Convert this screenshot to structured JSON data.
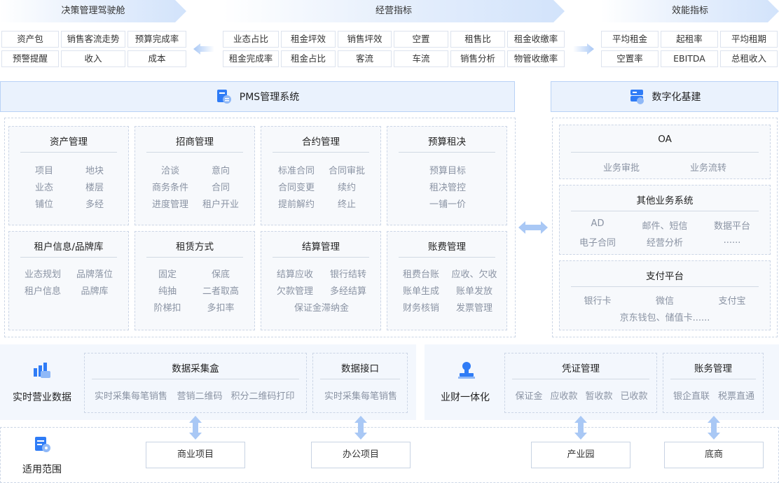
{
  "ribbons": {
    "decision": "决策管理驾驶舱",
    "operating": "经营指标",
    "efficiency": "效能指标"
  },
  "decision_tags": [
    "资产包",
    "销售客流走势",
    "预算完成率",
    "预警提醒",
    "收入",
    "成本"
  ],
  "operating_tags": [
    "业态占比",
    "租金坪效",
    "销售坪效",
    "空置",
    "租售比",
    "租金收缴率",
    "租金完成率",
    "租金占比",
    "客流",
    "车流",
    "销售分析",
    "物管收缴率"
  ],
  "efficiency_tags": [
    "平均租金",
    "起租率",
    "平均租期",
    "空置率",
    "EBITDA",
    "总租收入"
  ],
  "pms": {
    "title": "PMS管理系统",
    "cards": [
      {
        "title": "资产管理",
        "items": [
          "项目",
          "地块",
          "业态",
          "楼层",
          "铺位",
          "多经"
        ]
      },
      {
        "title": "招商管理",
        "items": [
          "洽谈",
          "意向",
          "商务条件",
          "合同",
          "进度管理",
          "租户开业"
        ]
      },
      {
        "title": "合约管理",
        "items": [
          "标准合同",
          "合同审批",
          "合同变更",
          "续约",
          "提前解约",
          "终止"
        ]
      },
      {
        "title": "预算租决",
        "items": [
          "预算目标",
          "租决管控",
          "一铺一价"
        ]
      },
      {
        "title": "租户信息/品牌库",
        "items": [
          "业态规划",
          "品牌落位",
          "租户信息",
          "品牌库"
        ]
      },
      {
        "title": "租赁方式",
        "items": [
          "固定",
          "保底",
          "纯抽",
          "二者取高",
          "阶梯扣",
          "多扣率"
        ]
      },
      {
        "title": "结算管理",
        "items": [
          "结算应收",
          "银行结转",
          "欠款管理",
          "多经结算",
          "保证金滞纳金"
        ]
      },
      {
        "title": "账费管理",
        "items": [
          "租费台账",
          "应收、欠收",
          "账单生成",
          "账单发放",
          "财务核销",
          "发票管理"
        ]
      }
    ]
  },
  "digital": {
    "title": "数字化基建",
    "cards": [
      {
        "title": "OA",
        "items": [
          "业务审批",
          "业务流转"
        ]
      },
      {
        "title": "其他业务系统",
        "items": [
          "AD",
          "邮件、短信",
          "数据平台",
          "电子合同",
          "经营分析",
          "......"
        ]
      },
      {
        "title": "支付平台",
        "items": [
          "银行卡",
          "微信",
          "支付宝",
          "京东钱包、储值卡......"
        ]
      }
    ]
  },
  "realtime": {
    "label": "实时营业数据",
    "collect": {
      "title": "数据采集盒",
      "items": [
        "实时采集每笔销售",
        "营销二维码",
        "积分二维码打印"
      ]
    },
    "api": {
      "title": "数据接口",
      "items": [
        "实时采集每笔销售"
      ]
    }
  },
  "finance": {
    "label": "业财一体化",
    "voucher": {
      "title": "凭证管理",
      "items": [
        "保证金",
        "应收款",
        "暂收款",
        "已收款"
      ]
    },
    "account": {
      "title": "账务管理",
      "items": [
        "银企直联",
        "税票直通"
      ]
    }
  },
  "scope": {
    "label": "适用范围",
    "items": [
      "商业项目",
      "办公项目",
      "产业园",
      "底商"
    ]
  },
  "colors": {
    "accent": "#2f7cf6",
    "panel": "#eaf2fd",
    "band": "#f3f7fd"
  }
}
